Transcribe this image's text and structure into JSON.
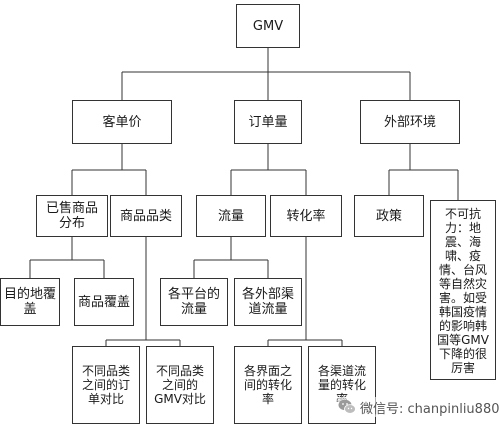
{
  "nodes": {
    "gmv": "GMV",
    "aov": "客单价",
    "orders": "订单量",
    "env": "外部环境",
    "sold": "已售商品\n分布",
    "category": "商品品类",
    "traffic": "流量",
    "conversion": "转化率",
    "policy": "政策",
    "force": "不可抗\n力：地\n震、海\n啸、疫\n情、台风\n等自然灾\n害。如受\n韩国疫情\n的影响韩\n国等GMV\n下降的很\n厉害",
    "dest": "目的地覆\n盖",
    "coverage": "商品覆盖",
    "cat_orders": "不同品类\n之间的订\n单对比",
    "cat_gmv": "不同品类\n之间的\nGMV对比",
    "platform": "各平台的\n流量",
    "channel_traffic": "各外部渠\n道流量",
    "page_conv": "各界面之\n间的转化\n率",
    "channel_conv": "各渠道流\n量的转化\n率"
  },
  "watermark": {
    "text": "微信号: chanpinliu880",
    "icon": "wechat-icon"
  }
}
